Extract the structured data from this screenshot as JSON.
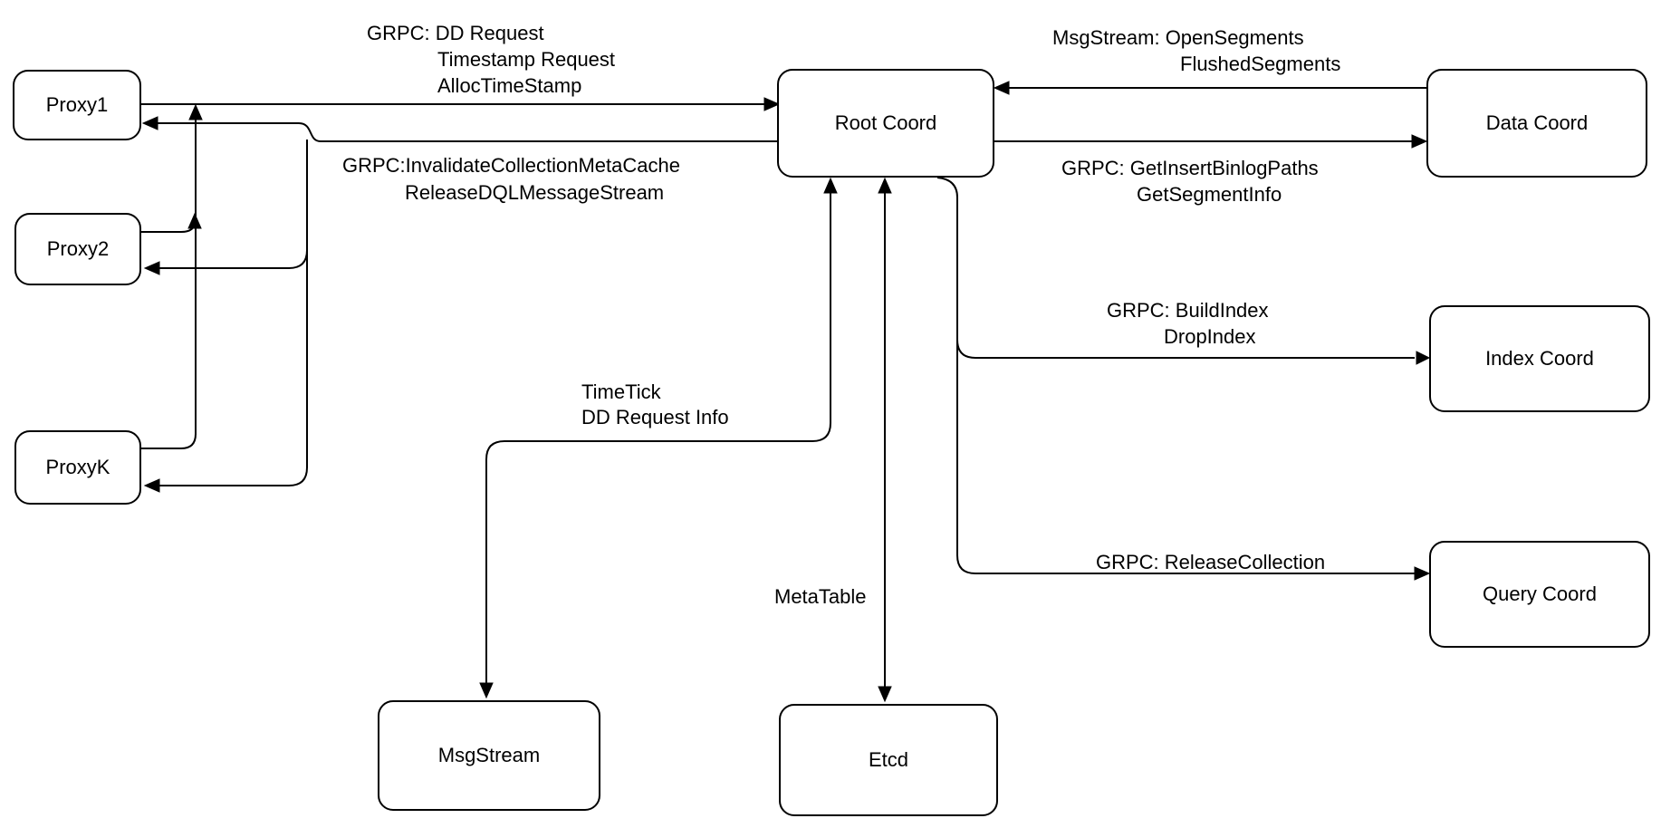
{
  "diagram": {
    "type": "architecture-flow-diagram",
    "colors": {
      "background": "#ffffff",
      "box_fill": "#ffffff",
      "stroke": "#000000",
      "text": "#000000"
    }
  },
  "nodes": {
    "proxy1": {
      "label": "Proxy1"
    },
    "proxy2": {
      "label": "Proxy2"
    },
    "proxyk": {
      "label": "ProxyK"
    },
    "root_coord": {
      "label": "Root Coord"
    },
    "data_coord": {
      "label": "Data Coord"
    },
    "index_coord": {
      "label": "Index Coord"
    },
    "query_coord": {
      "label": "Query Coord"
    },
    "msgstream": {
      "label": "MsgStream"
    },
    "etcd": {
      "label": "Etcd"
    }
  },
  "edges": {
    "proxies_to_root": {
      "from": "Proxy1",
      "to": "Root Coord",
      "lines": [
        "GRPC: DD Request",
        "Timestamp Request",
        "AllocTimeStamp"
      ]
    },
    "root_to_proxies": {
      "from": "Root Coord",
      "to": "Proxy1 / Proxy2 / ProxyK",
      "lines": [
        "GRPC:InvalidateCollectionMetaCache",
        "ReleaseDQLMessageStream"
      ]
    },
    "data_to_root": {
      "from": "Data Coord",
      "to": "Root Coord",
      "lines": [
        "MsgStream: OpenSegments",
        "FlushedSegments"
      ]
    },
    "root_to_data": {
      "from": "Root Coord",
      "to": "Data Coord",
      "lines": [
        "GRPC: GetInsertBinlogPaths",
        "GetSegmentInfo"
      ]
    },
    "root_to_index": {
      "from": "Root Coord",
      "to": "Index Coord",
      "lines": [
        "GRPC: BuildIndex",
        "DropIndex"
      ]
    },
    "root_to_query": {
      "from": "Root Coord",
      "to": "Query Coord",
      "lines": [
        "GRPC: ReleaseCollection"
      ]
    },
    "root_to_msgstream": {
      "from": "Root Coord",
      "to": "MsgStream",
      "lines": [
        "TimeTick",
        "DD Request Info"
      ]
    },
    "root_to_etcd": {
      "from": "Root Coord",
      "to": "Etcd",
      "lines": [
        "MetaTable"
      ]
    }
  }
}
